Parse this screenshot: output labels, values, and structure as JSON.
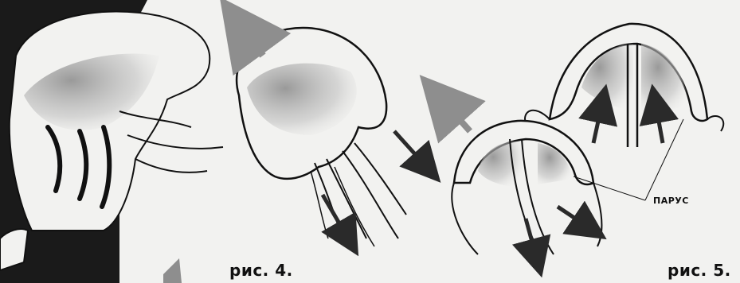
{
  "labels": {
    "fig4": "рис. 4.",
    "fig5": "рис. 5.",
    "sail": "ПАРУС"
  },
  "colors": {
    "background": "#f2f2f0",
    "ink": "#111111",
    "arrow_dark": "#2a2a2a",
    "arrow_gray": "#8e8e8e",
    "shade": "#777777"
  },
  "icons": [
    "jellyfish-illustration",
    "movement-arrow"
  ]
}
